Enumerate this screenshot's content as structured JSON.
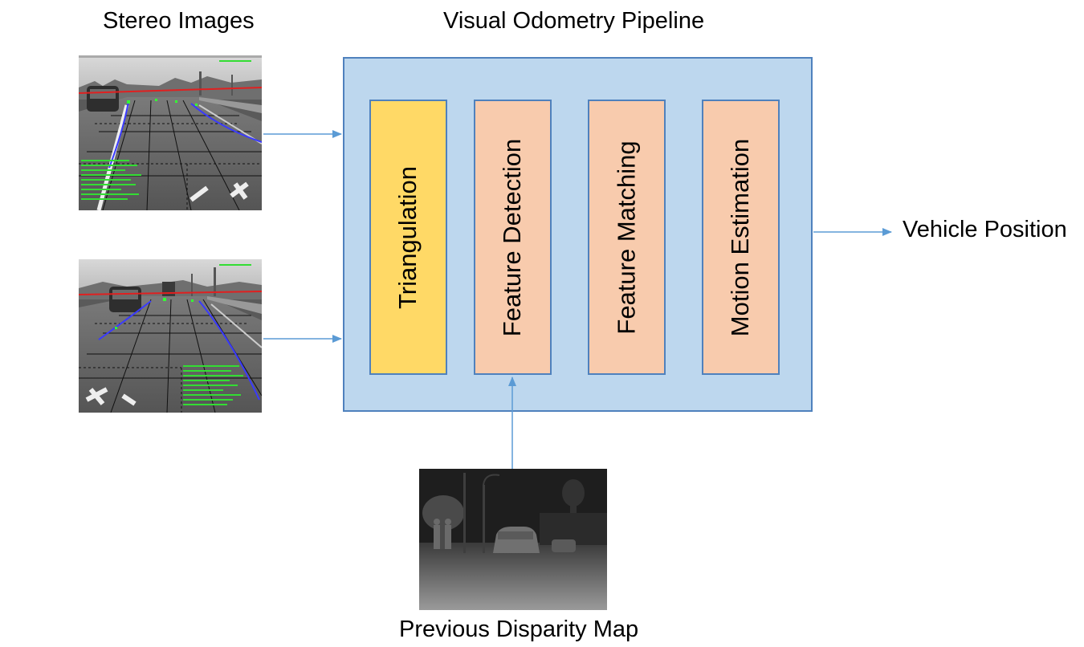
{
  "labels": {
    "stereo_images": "Stereo Images",
    "pipeline_title": "Visual Odometry Pipeline",
    "vehicle_position": "Vehicle Position",
    "previous_disparity_map": "Previous Disparity Map"
  },
  "stages": [
    {
      "label": "Triangulation",
      "color": "#ffd966"
    },
    {
      "label": "Feature Detection",
      "color": "#f8cbad"
    },
    {
      "label": "Feature Matching",
      "color": "#f8cbad"
    },
    {
      "label": "Motion Estimation",
      "color": "#f8cbad"
    }
  ],
  "colors": {
    "pipeline_fill": "#bdd7ee",
    "border": "#4f81bd",
    "arrow": "#5b9bd5"
  }
}
